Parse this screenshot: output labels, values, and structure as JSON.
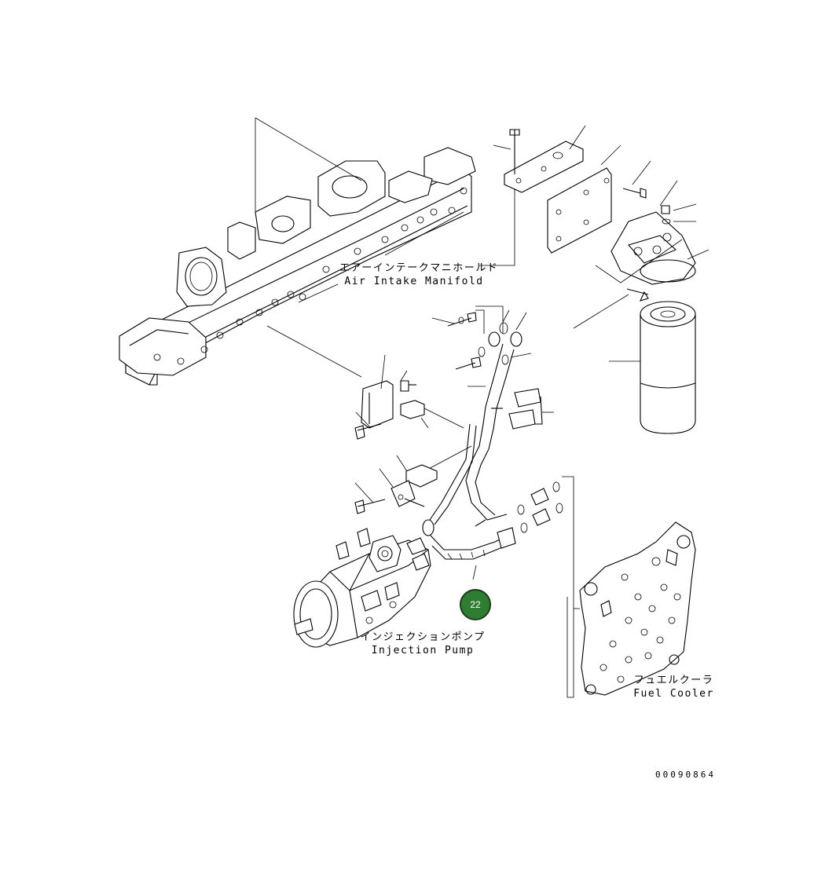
{
  "labels": {
    "air_intake_manifold": {
      "jp": "エアーインテークマニホールド",
      "en": "Air Intake Manifold"
    },
    "injection_pump": {
      "jp": "インジェクションポンプ",
      "en": "Injection Pump"
    },
    "fuel_cooler": {
      "jp": "フュエルクーラ",
      "en": "Fuel Cooler"
    }
  },
  "callout": {
    "number": "22",
    "color": "#2e7d32"
  },
  "drawing_number": "00090864"
}
